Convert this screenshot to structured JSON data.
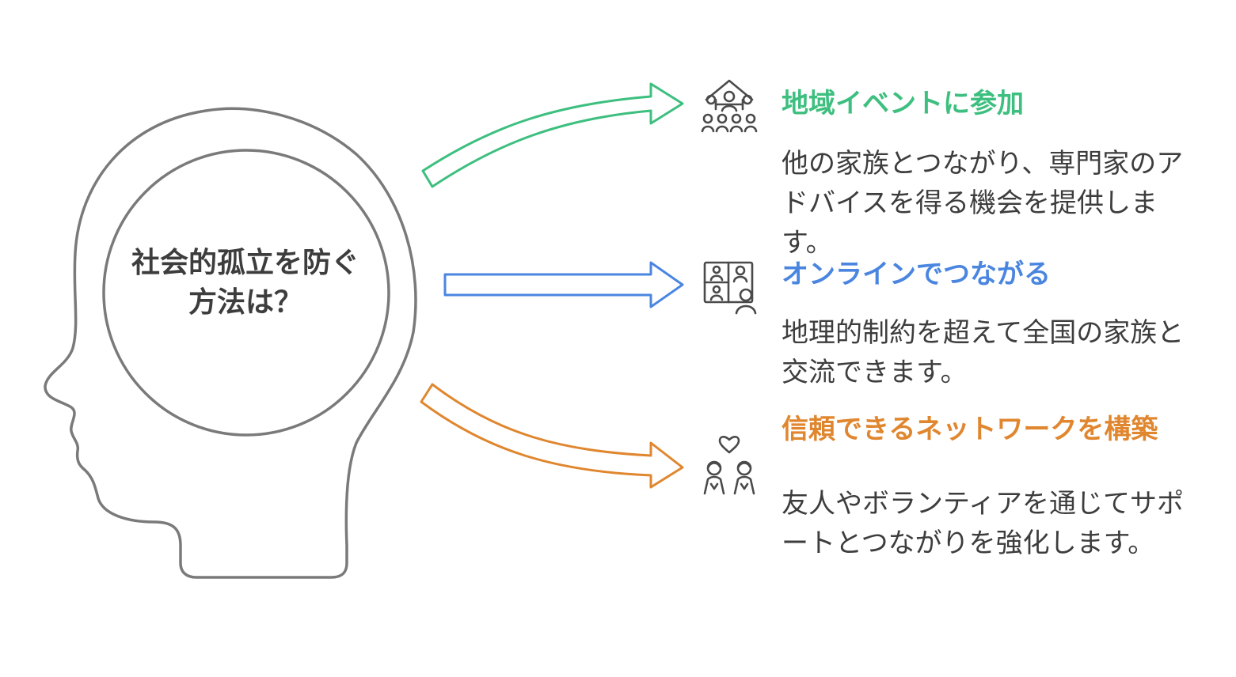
{
  "center": {
    "label": "社会的孤立を防ぐ方法は？"
  },
  "colors": {
    "outline": "#7a7a7a",
    "text": "#3d3d3d",
    "green": "#3dbf7f",
    "blue": "#4a86e0",
    "orange": "#e0862e"
  },
  "branches": [
    {
      "title": "地域イベントに参加",
      "description": "他の家族とつながり、専門家のアドバイスを得る機会を提供します。",
      "color": "#3dbf7f",
      "icon": "community-house-icon"
    },
    {
      "title": "オンラインでつながる",
      "description": "地理的制約を超えて全国の家族と交流できます。",
      "color": "#4a86e0",
      "icon": "video-call-icon"
    },
    {
      "title": "信頼できるネットワークを構築",
      "description": "友人やボランティアを通じてサポートとつながりを強化します。",
      "color": "#e0862e",
      "icon": "people-heart-icon"
    }
  ]
}
